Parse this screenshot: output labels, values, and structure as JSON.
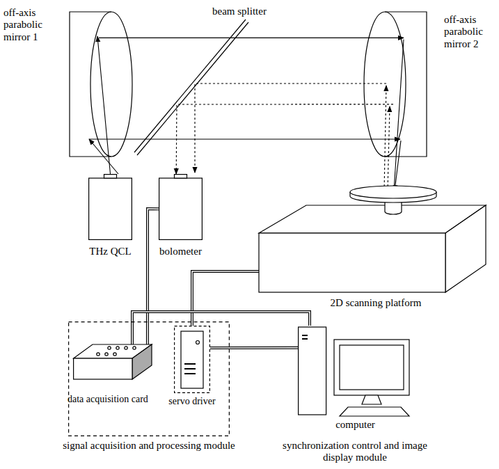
{
  "diagram": {
    "nodes": [
      {
        "text": [
          "off-axis parabolic mirror 1"
        ]
      },
      {
        "text": [
          "beam splitter"
        ]
      },
      {
        "text": [
          "off-axis parabolic mirror 2"
        ]
      },
      {
        "text": [
          "THz QCL"
        ]
      },
      {
        "text": [
          "bolometer"
        ]
      },
      {
        "text": [
          "2D scanning platform"
        ]
      },
      {
        "text": [
          "signal acquisition and processing module"
        ]
      },
      {
        "text": [
          "data acquisition card"
        ],
        "in": 6
      },
      {
        "text": [
          "servo driver"
        ],
        "in": 6
      },
      {
        "text": [
          "computer"
        ]
      }
    ],
    "edges": [
      {
        "from": 3,
        "to": 0,
        "arrow": "to"
      },
      {
        "from": 0,
        "to": 2,
        "arrow": "to"
      },
      {
        "from": 2,
        "to": 5,
        "arrow": "to"
      },
      {
        "from": 2,
        "to": 4,
        "arrow": "to"
      },
      {
        "from": 4,
        "to": 7,
        "arrow": "none"
      },
      {
        "from": 5,
        "to": 8,
        "arrow": "none"
      },
      {
        "from": 7,
        "to": 9,
        "arrow": "none"
      },
      {
        "from": 8,
        "to": 9,
        "arrow": "none"
      }
    ],
    "labels": [
      "synchronization control and image display module"
    ]
  }
}
